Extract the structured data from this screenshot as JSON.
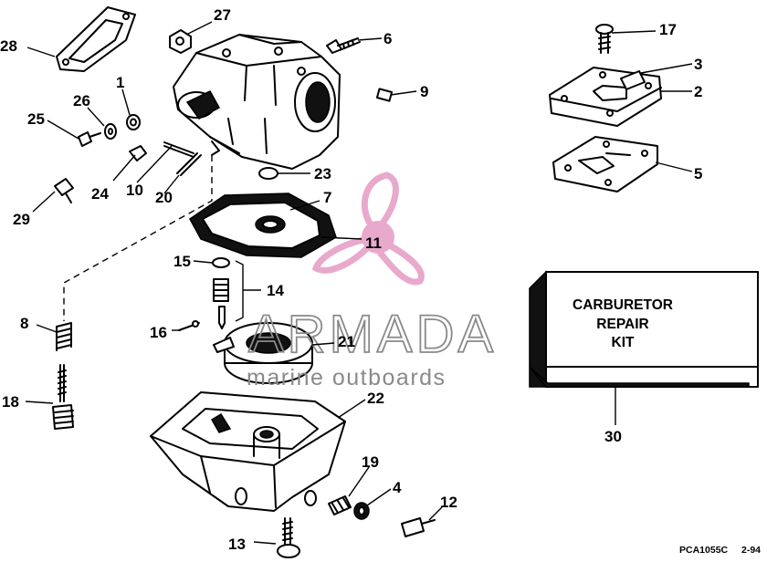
{
  "diagram": {
    "part_callouts": [
      {
        "label": "27"
      },
      {
        "label": "28"
      },
      {
        "label": "6"
      },
      {
        "label": "17"
      },
      {
        "label": "3"
      },
      {
        "label": "2"
      },
      {
        "label": "1"
      },
      {
        "label": "26"
      },
      {
        "label": "25"
      },
      {
        "label": "9"
      },
      {
        "label": "24"
      },
      {
        "label": "10"
      },
      {
        "label": "20"
      },
      {
        "label": "23"
      },
      {
        "label": "5"
      },
      {
        "label": "29"
      },
      {
        "label": "7"
      },
      {
        "label": "11"
      },
      {
        "label": "15"
      },
      {
        "label": "14"
      },
      {
        "label": "8"
      },
      {
        "label": "16"
      },
      {
        "label": "21"
      },
      {
        "label": "18"
      },
      {
        "label": "22"
      },
      {
        "label": "30"
      },
      {
        "label": "19"
      },
      {
        "label": "4"
      },
      {
        "label": "12"
      },
      {
        "label": "13"
      }
    ],
    "kit_box": {
      "line1": "CARBURETOR",
      "line2": "REPAIR",
      "line3": "KIT"
    },
    "drawing_code": "PCA1055C",
    "revision": "2-94"
  },
  "watermark": {
    "brand": "ARMADA",
    "tagline": "marine outboards",
    "color": "#e8a9cc"
  }
}
